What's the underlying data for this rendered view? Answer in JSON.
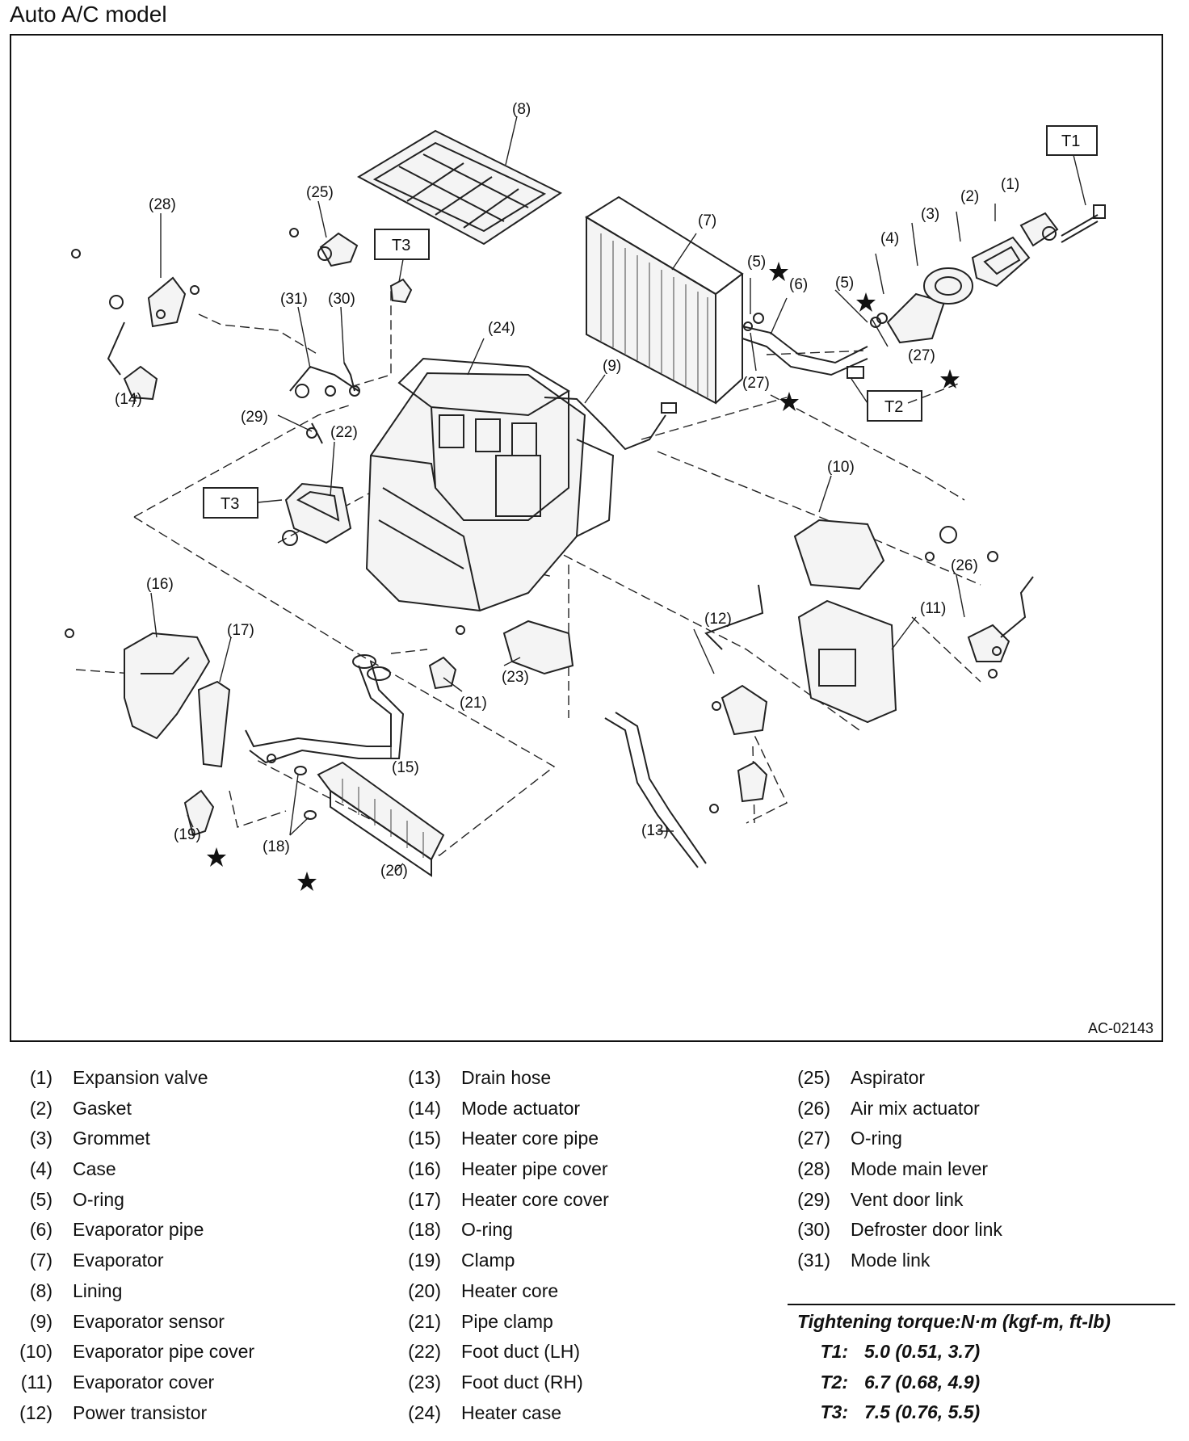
{
  "page_title": "Auto A/C model",
  "figure_code": "AC-02143",
  "callouts": {
    "n1": "(1)",
    "n2": "(2)",
    "n3": "(3)",
    "n4": "(4)",
    "n5a": "(5)",
    "n5b": "(5)",
    "n6": "(6)",
    "n7": "(7)",
    "n8": "(8)",
    "n9": "(9)",
    "n10": "(10)",
    "n11": "(11)",
    "n12": "(12)",
    "n13": "(13)",
    "n14": "(14)",
    "n15": "(15)",
    "n16": "(16)",
    "n17": "(17)",
    "n18": "(18)",
    "n19": "(19)",
    "n20": "(20)",
    "n21": "(21)",
    "n22": "(22)",
    "n23": "(23)",
    "n24": "(24)",
    "n25": "(25)",
    "n26": "(26)",
    "n27a": "(27)",
    "n27b": "(27)",
    "n28": "(28)",
    "n29": "(29)",
    "n30": "(30)",
    "n31": "(31)",
    "t1": "T1",
    "t2": "T2",
    "t3a": "T3",
    "t3b": "T3"
  },
  "legend": {
    "col1": [
      {
        "num": "(1)",
        "name": "Expansion valve"
      },
      {
        "num": "(2)",
        "name": "Gasket"
      },
      {
        "num": "(3)",
        "name": "Grommet"
      },
      {
        "num": "(4)",
        "name": "Case"
      },
      {
        "num": "(5)",
        "name": "O-ring"
      },
      {
        "num": "(6)",
        "name": "Evaporator pipe"
      },
      {
        "num": "(7)",
        "name": "Evaporator"
      },
      {
        "num": "(8)",
        "name": "Lining"
      },
      {
        "num": "(9)",
        "name": "Evaporator sensor"
      },
      {
        "num": "(10)",
        "name": "Evaporator pipe cover"
      },
      {
        "num": "(11)",
        "name": "Evaporator cover"
      },
      {
        "num": "(12)",
        "name": "Power transistor"
      }
    ],
    "col2": [
      {
        "num": "(13)",
        "name": "Drain hose"
      },
      {
        "num": "(14)",
        "name": "Mode actuator"
      },
      {
        "num": "(15)",
        "name": "Heater core pipe"
      },
      {
        "num": "(16)",
        "name": "Heater pipe cover"
      },
      {
        "num": "(17)",
        "name": "Heater core cover"
      },
      {
        "num": "(18)",
        "name": "O-ring"
      },
      {
        "num": "(19)",
        "name": "Clamp"
      },
      {
        "num": "(20)",
        "name": "Heater core"
      },
      {
        "num": "(21)",
        "name": "Pipe clamp"
      },
      {
        "num": "(22)",
        "name": "Foot duct (LH)"
      },
      {
        "num": "(23)",
        "name": "Foot duct (RH)"
      },
      {
        "num": "(24)",
        "name": "Heater case"
      }
    ],
    "col3": [
      {
        "num": "(25)",
        "name": "Aspirator"
      },
      {
        "num": "(26)",
        "name": "Air mix actuator"
      },
      {
        "num": "(27)",
        "name": "O-ring"
      },
      {
        "num": "(28)",
        "name": "Mode main lever"
      },
      {
        "num": "(29)",
        "name": "Vent door link"
      },
      {
        "num": "(30)",
        "name": "Defroster door link"
      },
      {
        "num": "(31)",
        "name": "Mode link"
      }
    ]
  },
  "torque": {
    "title": "Tightening torque:N·m (kgf-m, ft-lb)",
    "rows": [
      {
        "key": "T1:",
        "value": "5.0 (0.51, 3.7)"
      },
      {
        "key": "T2:",
        "value": "6.7 (0.68, 4.9)"
      },
      {
        "key": "T3:",
        "value": "7.5 (0.76, 5.5)"
      }
    ]
  }
}
